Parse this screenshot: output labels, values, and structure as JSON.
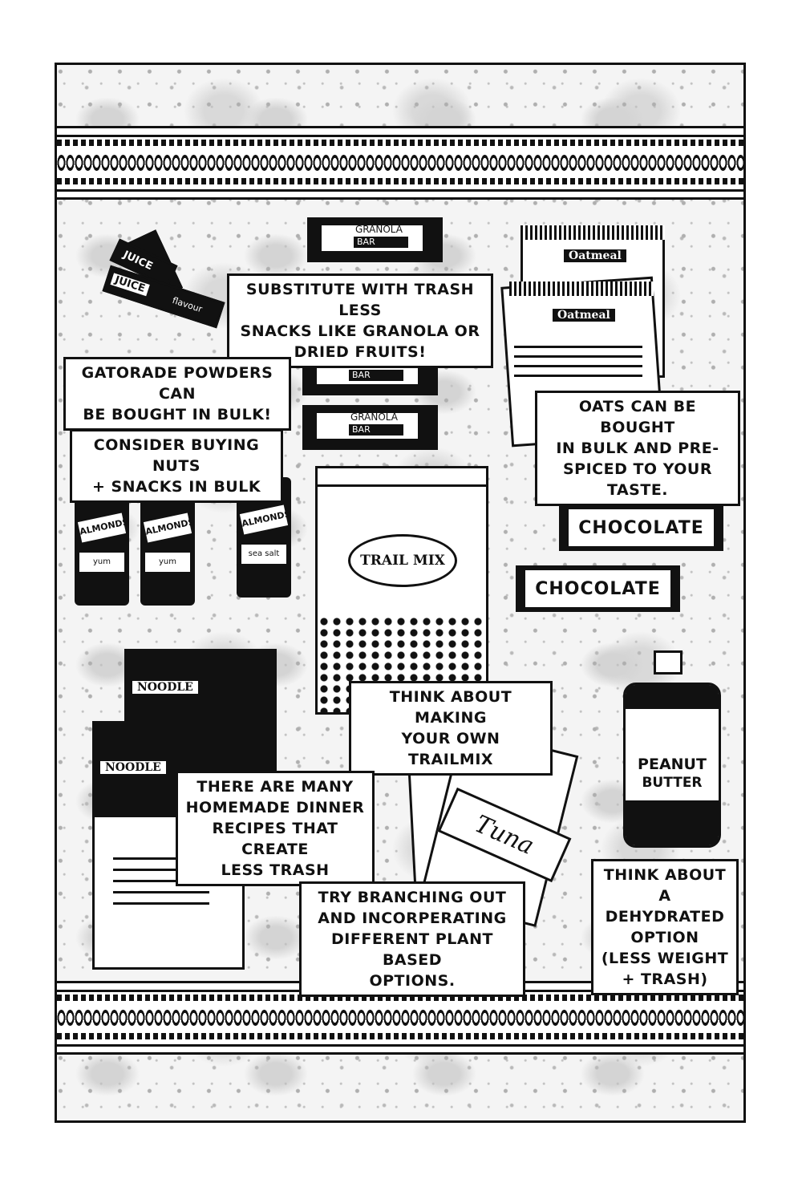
{
  "captions": {
    "substitute": "SUBSTITUTE WITH TRASH LESS\nSNACKS LIKE GRANOLA OR\nDRIED FRUITS!",
    "gatorade": "GATORADE POWDERS CAN\nBE BOUGHT IN BULK!",
    "oats": "OATS CAN BE BOUGHT\nIN BULK AND PRE-\nSPICED TO YOUR TASTE.",
    "nuts": "CONSIDER BUYING NUTS\n+ SNACKS IN BULK",
    "trailmix": "THINK ABOUT MAKING\nYOUR OWN TRAILMIX",
    "dinner": "THERE ARE MANY\nHOMEMADE DINNER\nRECIPES THAT CREATE\nLESS TRASH",
    "plant": "TRY BRANCHING OUT\nAND INCORPERATING\nDIFFERENT PLANT BASED\nOPTIONS.",
    "dehydrated": "THINK ABOUT A\nDEHYDRATED\nOPTION\n(LESS WEIGHT\n+ TRASH)"
  },
  "product_labels": {
    "juice": "JUICE",
    "flavour": "flavour",
    "granola": "GRANOLA",
    "bar": "BAR",
    "oatmeal": "Oatmeal",
    "almonds": "ALMONDS",
    "yum": "yum",
    "sea_salt": "sea salt",
    "trail_mix": "TRAIL MIX",
    "chocolate": "CHOCOLATE",
    "noodle": "NOODLE",
    "tuna": "Tuna",
    "peanut": "PEANUT",
    "butter": "BUTTER"
  }
}
